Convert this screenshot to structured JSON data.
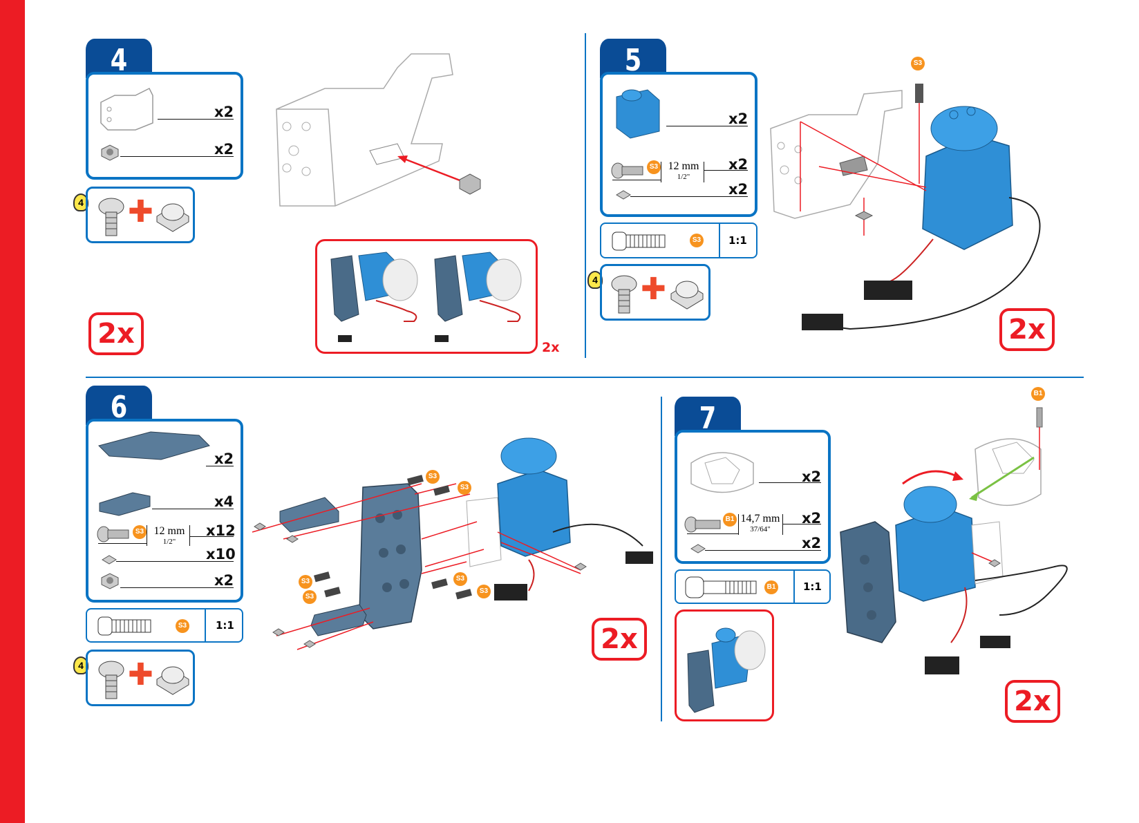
{
  "steps": [
    {
      "number": "4",
      "parts": [
        {
          "qty": "x2"
        },
        {
          "qty": "x2"
        }
      ],
      "multiplier": "2x",
      "sub_multiplier": "2x",
      "tip": "4"
    },
    {
      "number": "5",
      "parts": [
        {
          "qty": "x2"
        },
        {
          "qty": "x2",
          "badge": "S3",
          "length": "12 mm",
          "length_in": "1/2\""
        },
        {
          "qty": "x2"
        }
      ],
      "ratio_badge": "S3",
      "ratio": "1:1",
      "multiplier": "2x",
      "tip": "4",
      "callout_badge": "S3"
    },
    {
      "number": "6",
      "parts": [
        {
          "qty": "x2"
        },
        {
          "qty": "x4"
        },
        {
          "qty": "x12",
          "badge": "S3",
          "length": "12 mm",
          "length_in": "1/2\""
        },
        {
          "qty": "x10"
        },
        {
          "qty": "x2"
        }
      ],
      "ratio_badge": "S3",
      "ratio": "1:1",
      "multiplier": "2x",
      "tip": "4",
      "callouts": [
        "S3",
        "S3",
        "S3",
        "S3",
        "S3",
        "S3"
      ]
    },
    {
      "number": "7",
      "parts": [
        {
          "qty": "x2"
        },
        {
          "qty": "x2",
          "badge": "B1",
          "length": "14,7 mm",
          "length_in": "37/64\""
        },
        {
          "qty": "x2"
        }
      ],
      "ratio_badge": "B1",
      "ratio": "1:1",
      "multiplier": "2x",
      "callout_badge": "B1"
    }
  ],
  "colors": {
    "accent_red": "#ec1c24",
    "step_blue": "#0a4c96",
    "border_blue": "#0a74c4",
    "part_blue": "#2f8fd6",
    "badge_orange": "#f7931e"
  }
}
